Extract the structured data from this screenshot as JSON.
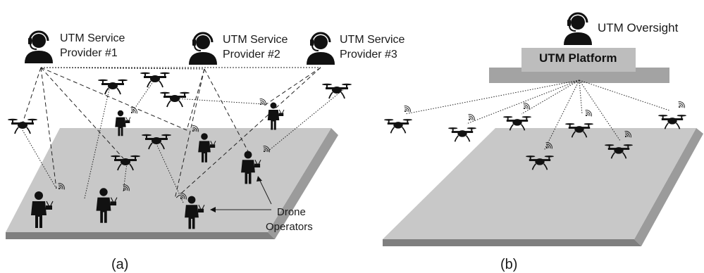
{
  "colors": {
    "platform_top": "#c8c8c8",
    "platform_side": "#9b9b9b",
    "platform_front": "#7f7f7f",
    "utm_box_top": "#bdbdbd",
    "utm_box_side": "#a3a3a3",
    "icon": "#111111",
    "link": "#222222"
  },
  "panel_a": {
    "caption": "(a)",
    "providers": [
      {
        "line1": "UTM Service",
        "line2": "Provider #1"
      },
      {
        "line1": "UTM Service",
        "line2": "Provider #2"
      },
      {
        "line1": "UTM Service",
        "line2": "Provider #3"
      }
    ],
    "operators_label": {
      "line1": "Drone",
      "line2": "Operators"
    }
  },
  "panel_b": {
    "caption": "(b)",
    "oversight_label": "UTM Oversight",
    "platform_label": "UTM Platform"
  },
  "icons": {
    "person": "person-icon",
    "headset_person": "headset-operator-icon",
    "drone": "quadcopter-drone-icon",
    "signal": "wireless-signal-icon",
    "controller": "remote-controller-icon"
  }
}
